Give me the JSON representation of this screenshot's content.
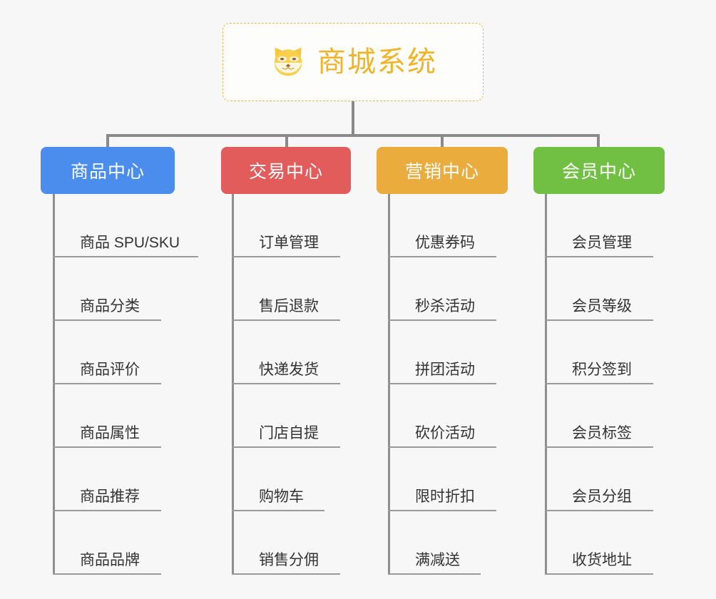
{
  "diagram": {
    "title": "商城系统",
    "root_icon": "shiba-dog-face-icon",
    "background_color": "#f7f7f7",
    "root_border_color": "#e8b84b",
    "root_title_color": "#f0b429",
    "connector_color": "#8a8a8a",
    "leaf_rule_color": "#9a9a9a",
    "leaf_text_color": "#333333"
  },
  "categories": [
    {
      "label": "商品中心",
      "color": "#4a8ded",
      "text_color": "#ffffff",
      "items": [
        {
          "label": "商品 SPU/SKU"
        },
        {
          "label": "商品分类"
        },
        {
          "label": "商品评价"
        },
        {
          "label": "商品属性"
        },
        {
          "label": "商品推荐"
        },
        {
          "label": "商品品牌"
        }
      ]
    },
    {
      "label": "交易中心",
      "color": "#e25c5c",
      "text_color": "#ffffff",
      "items": [
        {
          "label": "订单管理"
        },
        {
          "label": "售后退款"
        },
        {
          "label": "快递发货"
        },
        {
          "label": "门店自提"
        },
        {
          "label": "购物车"
        },
        {
          "label": "销售分佣"
        }
      ]
    },
    {
      "label": "营销中心",
      "color": "#eaac3d",
      "text_color": "#ffffff",
      "items": [
        {
          "label": "优惠券码"
        },
        {
          "label": "秒杀活动"
        },
        {
          "label": "拼团活动"
        },
        {
          "label": "砍价活动"
        },
        {
          "label": "限时折扣"
        },
        {
          "label": "满减送"
        }
      ]
    },
    {
      "label": "会员中心",
      "color": "#72c043",
      "text_color": "#ffffff",
      "items": [
        {
          "label": "会员管理"
        },
        {
          "label": "会员等级"
        },
        {
          "label": "积分签到"
        },
        {
          "label": "会员标签"
        },
        {
          "label": "会员分组"
        },
        {
          "label": "收货地址"
        }
      ]
    }
  ]
}
